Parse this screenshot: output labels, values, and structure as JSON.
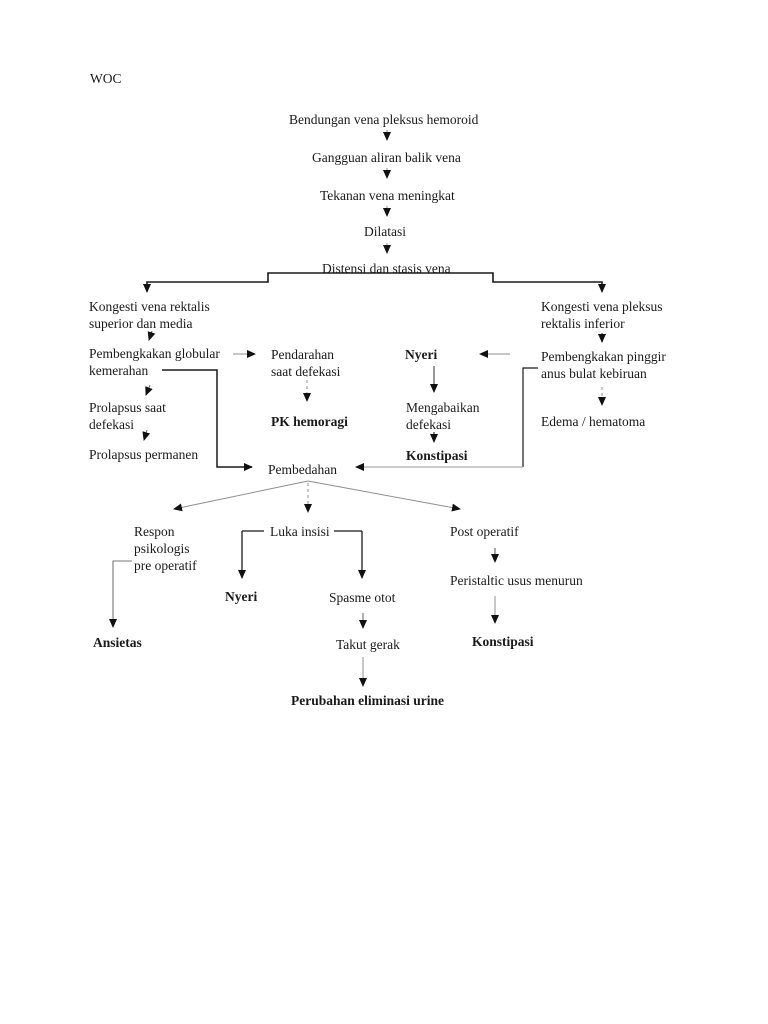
{
  "page": {
    "label": "WOC"
  },
  "colors": {
    "background": "#ffffff",
    "text": "#1a1a1a",
    "line_dark": "#1a1a1a",
    "line_light": "#8f8f8f"
  },
  "nodes": {
    "woc": {
      "text": "WOC"
    },
    "bendungan": {
      "text": "Bendungan vena pleksus hemoroid"
    },
    "gangguan": {
      "text": "Gangguan aliran balik vena"
    },
    "tekanan": {
      "text": "Tekanan vena meningkat"
    },
    "dilatasi": {
      "text": "Dilatasi"
    },
    "distensi": {
      "text": "Distensi dan stasis vena"
    },
    "kongesti_rektalis": {
      "text": "Kongesti vena rektalis\nsuperior dan media"
    },
    "kongesti_pleksus": {
      "text": "Kongesti vena pleksus\nrektalis inferior"
    },
    "pembengkakan_globular": {
      "text": "Pembengkakan globular\nkemerahan"
    },
    "pendarahan": {
      "text": "Pendarahan\nsaat defekasi"
    },
    "nyeri_1": {
      "text": "Nyeri"
    },
    "pembengkakan_pinggir": {
      "text": "Pembengkakan pinggir\nanus bulat kebiruan"
    },
    "prolapsus_saat": {
      "text": "Prolapsus saat\ndefekasi"
    },
    "pk_hemoragi": {
      "text": "PK hemoragi"
    },
    "mengabaikan": {
      "text": "Mengabaikan\ndefekasi"
    },
    "edema": {
      "text": "Edema / hematoma"
    },
    "prolapsus_permanen": {
      "text": "Prolapsus permanen"
    },
    "konstipasi_1": {
      "text": "Konstipasi"
    },
    "pembedahan": {
      "text": "Pembedahan"
    },
    "respon": {
      "text": "Respon\npsikologis\npre operatif"
    },
    "luka_insisi": {
      "text": "Luka insisi"
    },
    "post_operatif": {
      "text": "Post operatif"
    },
    "peristaltic": {
      "text": "Peristaltic usus menurun"
    },
    "nyeri_2": {
      "text": "Nyeri"
    },
    "spasme": {
      "text": "Spasme otot"
    },
    "ansietas": {
      "text": "Ansietas"
    },
    "takut": {
      "text": "Takut gerak"
    },
    "konstipasi_2": {
      "text": "Konstipasi"
    },
    "perubahan": {
      "text": "Perubahan eliminasi urine"
    }
  },
  "edges": [
    {
      "from": "bendungan",
      "to": "gangguan"
    },
    {
      "from": "gangguan",
      "to": "tekanan"
    },
    {
      "from": "tekanan",
      "to": "dilatasi"
    },
    {
      "from": "dilatasi",
      "to": "distensi"
    },
    {
      "from": "distensi",
      "to": "kongesti_rektalis"
    },
    {
      "from": "distensi",
      "to": "kongesti_pleksus"
    },
    {
      "from": "kongesti_rektalis",
      "to": "pembengkakan_globular"
    },
    {
      "from": "pembengkakan_globular",
      "to": "pendarahan"
    },
    {
      "from": "pembengkakan_globular",
      "to": "prolapsus_saat"
    },
    {
      "from": "pembengkakan_globular",
      "to": "pembedahan"
    },
    {
      "from": "prolapsus_saat",
      "to": "prolapsus_permanen"
    },
    {
      "from": "pendarahan",
      "to": "pk_hemoragi"
    },
    {
      "from": "kongesti_pleksus",
      "to": "pembengkakan_pinggir"
    },
    {
      "from": "pembengkakan_pinggir",
      "to": "nyeri_1"
    },
    {
      "from": "pembengkakan_pinggir",
      "to": "edema"
    },
    {
      "from": "pembengkakan_pinggir",
      "to": "pembedahan"
    },
    {
      "from": "nyeri_1",
      "to": "mengabaikan"
    },
    {
      "from": "mengabaikan",
      "to": "konstipasi_1"
    },
    {
      "from": "pembedahan",
      "to": "respon"
    },
    {
      "from": "pembedahan",
      "to": "luka_insisi"
    },
    {
      "from": "pembedahan",
      "to": "post_operatif"
    },
    {
      "from": "respon",
      "to": "ansietas"
    },
    {
      "from": "luka_insisi",
      "to": "nyeri_2"
    },
    {
      "from": "luka_insisi",
      "to": "spasme"
    },
    {
      "from": "spasme",
      "to": "takut"
    },
    {
      "from": "takut",
      "to": "perubahan"
    },
    {
      "from": "post_operatif",
      "to": "peristaltic"
    },
    {
      "from": "peristaltic",
      "to": "konstipasi_2"
    }
  ]
}
